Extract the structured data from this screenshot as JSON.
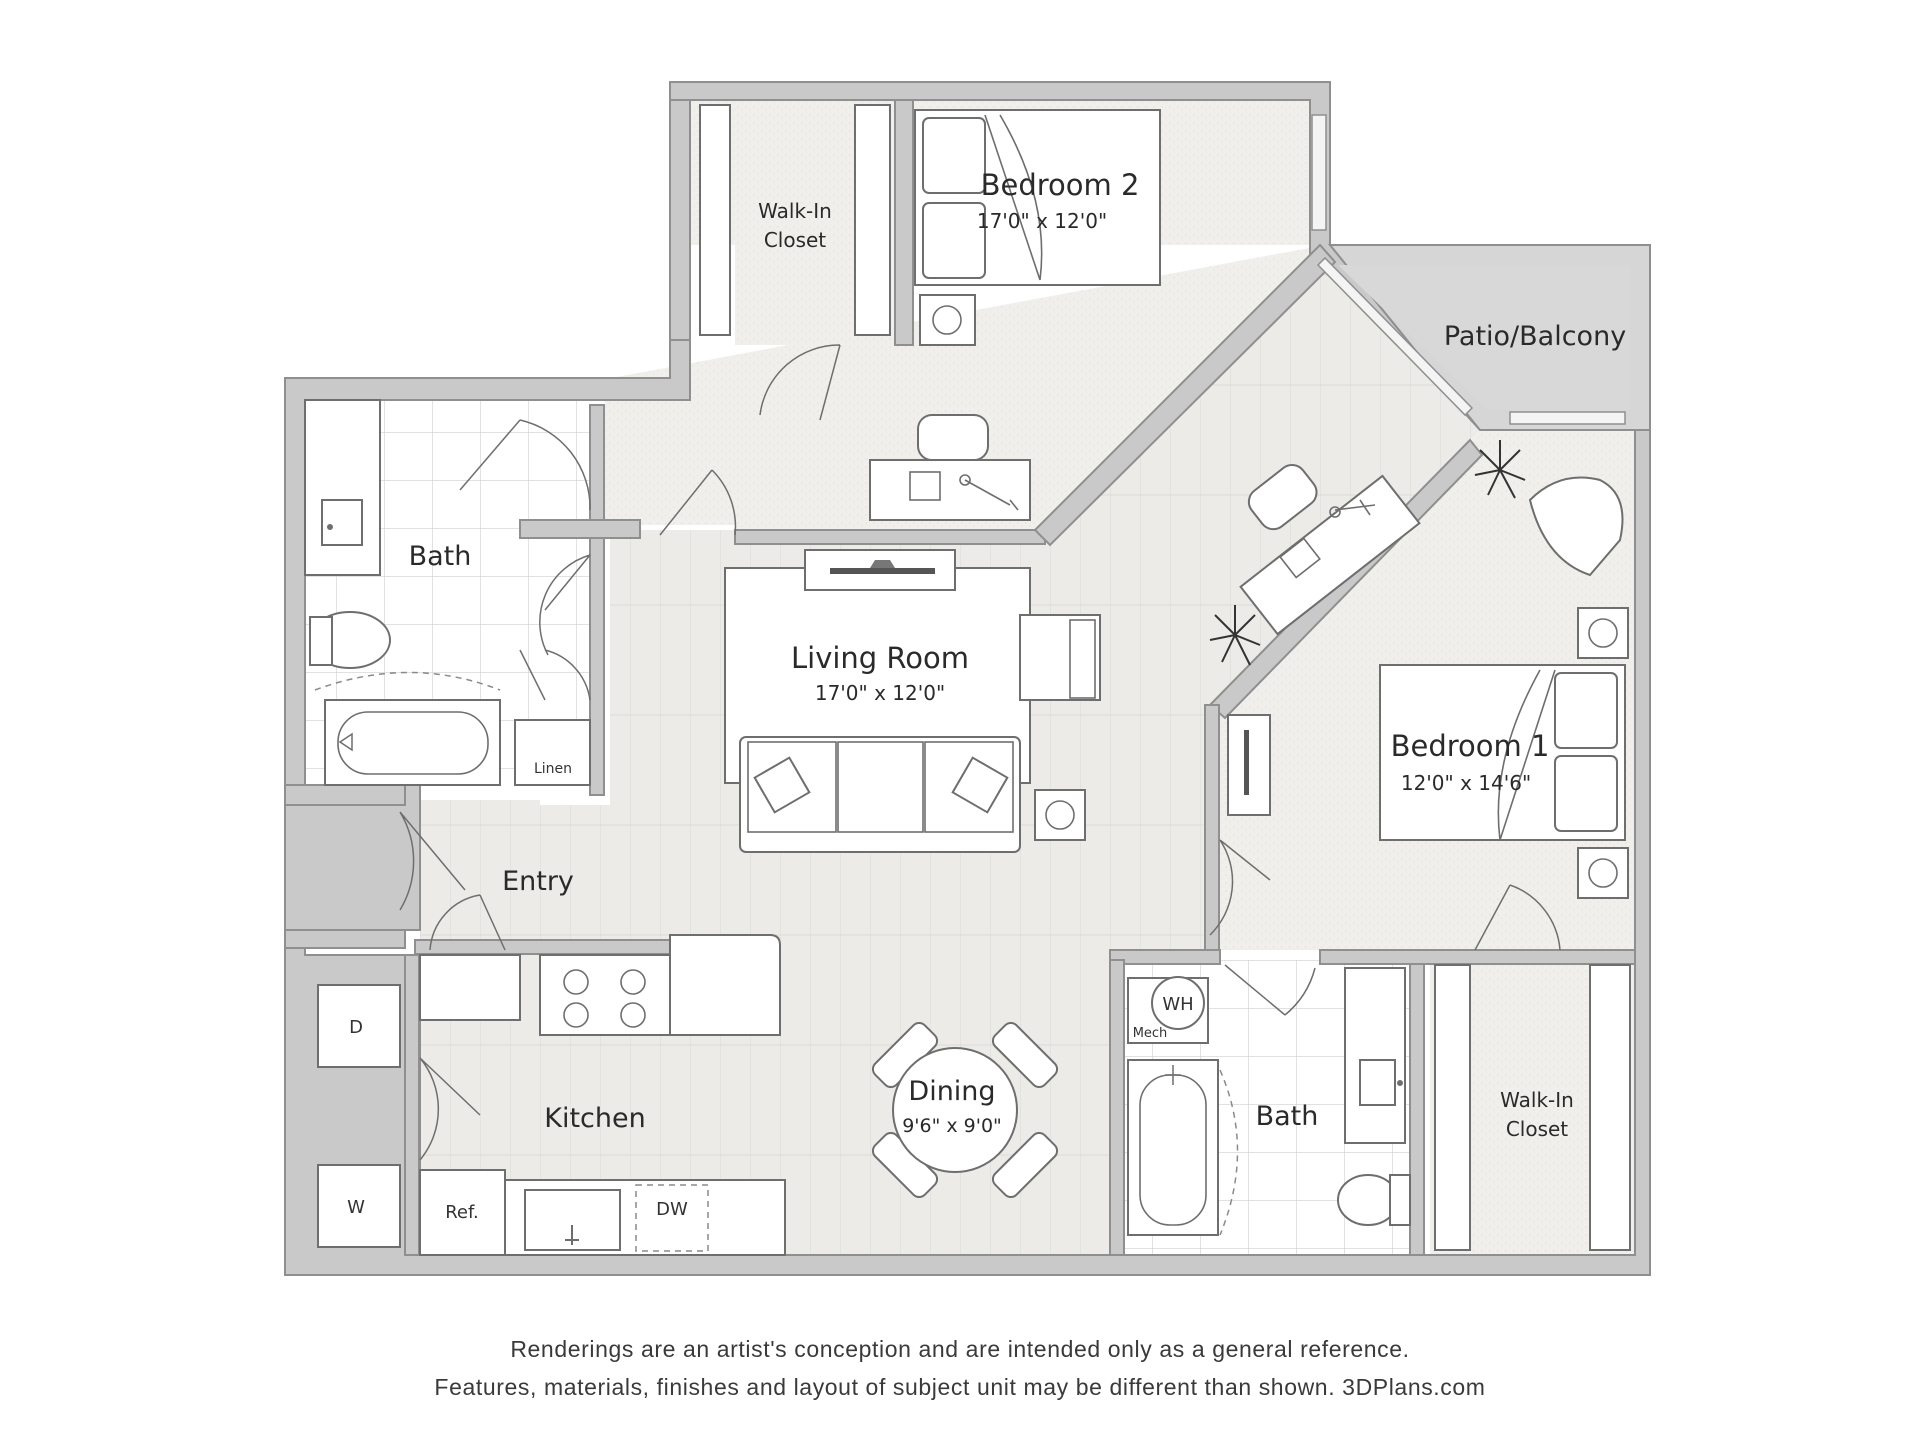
{
  "rooms": {
    "bedroom2": {
      "label": "Bedroom 2",
      "dims": "17'0\" x 12'0\""
    },
    "walkin_closet_top": {
      "line1": "Walk-In",
      "line2": "Closet"
    },
    "patio": {
      "label": "Patio/Balcony"
    },
    "bath_left": {
      "label": "Bath"
    },
    "living": {
      "label": "Living Room",
      "dims": "17'0\" x 12'0\""
    },
    "bedroom1": {
      "label": "Bedroom 1",
      "dims": "12'0\" x 14'6\""
    },
    "entry": {
      "label": "Entry"
    },
    "kitchen": {
      "label": "Kitchen"
    },
    "dining": {
      "label": "Dining",
      "dims": "9'6\" x 9'0\""
    },
    "bath_right": {
      "label": "Bath"
    },
    "walkin_closet_bottom": {
      "line1": "Walk-In",
      "line2": "Closet"
    }
  },
  "fixtures": {
    "linen": "Linen",
    "dryer": "D",
    "washer": "W",
    "refrigerator": "Ref.",
    "dishwasher": "DW",
    "water_heater": "WH",
    "mech": "Mech"
  },
  "disclaimer": {
    "line1": "Renderings are an artist's conception and are intended only as a general reference.",
    "line2": "Features, materials, finishes and layout of subject unit may be different than shown. 3DPlans.com"
  },
  "colors": {
    "wall": "#c9c9c9",
    "floor_wood": "#ecebe8",
    "floor_carpet": "#f0efeb",
    "floor_tile": "#ffffff",
    "text": "#2a2a2a"
  }
}
